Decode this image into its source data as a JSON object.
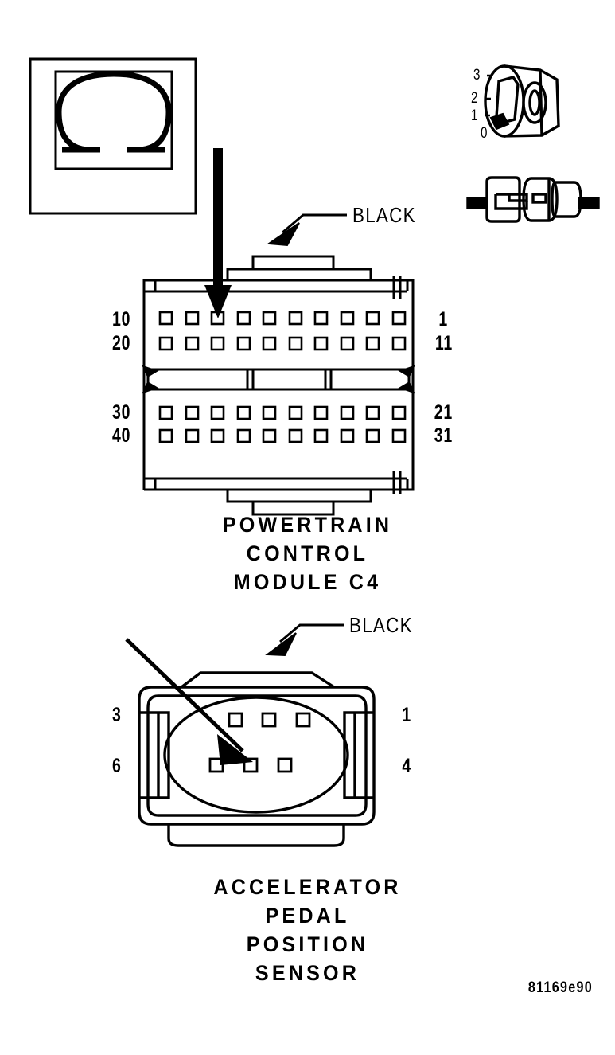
{
  "figure": {
    "reference_code": "81169e90",
    "background_color": "#ffffff",
    "line_color": "#000000"
  },
  "meter_icon": {
    "name": "ohmmeter-symbol",
    "symbol": "Ω",
    "description": "ohm symbol in nested rectangles"
  },
  "dial_icon": {
    "name": "rotary-range-selector",
    "scale_labels": [
      "3",
      "2",
      "1",
      "0"
    ]
  },
  "probe_icon": {
    "name": "test-lead-connector-pair"
  },
  "connectors": [
    {
      "id": "pcm-c4",
      "caption_lines": [
        "POWERTRAIN",
        "CONTROL",
        "MODULE C4"
      ],
      "color_callout": "BLACK",
      "rows": 4,
      "pins_per_row": 10,
      "total_pins": 40,
      "left_labels": [
        "10",
        "20",
        "30",
        "40"
      ],
      "right_labels": [
        "1",
        "11",
        "21",
        "31"
      ],
      "probe_target_pin": "pin 8, top row"
    },
    {
      "id": "app-sensor",
      "caption_lines": [
        "ACCELERATOR",
        "PEDAL",
        "POSITION",
        "SENSOR"
      ],
      "color_callout": "BLACK",
      "rows": 2,
      "pins_per_row": 3,
      "total_pins": 6,
      "left_labels": [
        "3",
        "6"
      ],
      "right_labels": [
        "1",
        "4"
      ],
      "probe_target_pin": "pin 5, bottom row"
    }
  ]
}
